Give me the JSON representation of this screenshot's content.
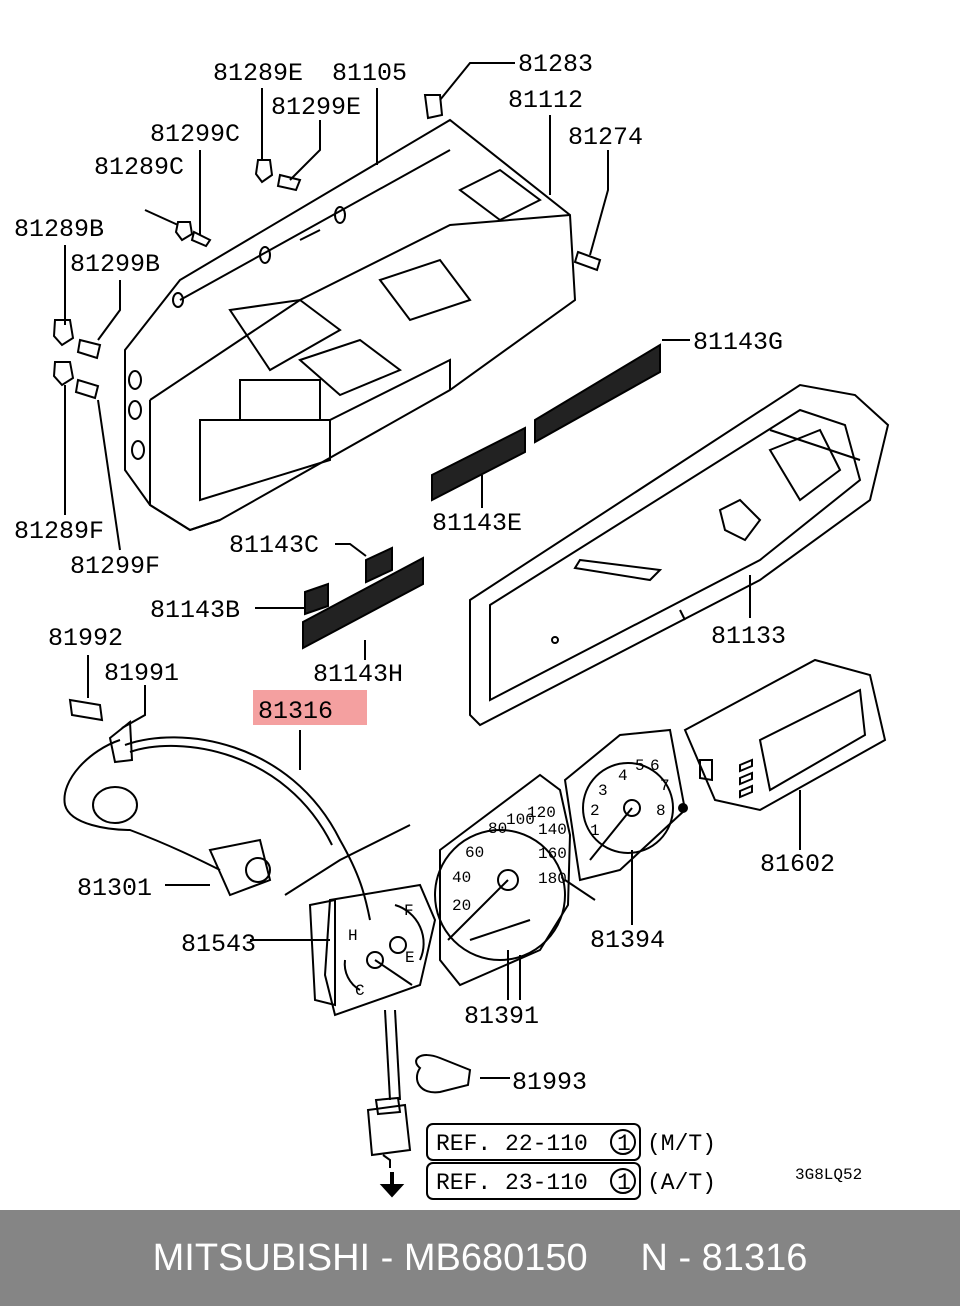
{
  "labels": [
    {
      "id": "81289E",
      "text": "81289E"
    },
    {
      "id": "81105",
      "text": "81105"
    },
    {
      "id": "81283",
      "text": "81283"
    },
    {
      "id": "81299E",
      "text": "81299E"
    },
    {
      "id": "81112",
      "text": "81112"
    },
    {
      "id": "81299C",
      "text": "81299C"
    },
    {
      "id": "81274",
      "text": "81274"
    },
    {
      "id": "81289C",
      "text": "81289C"
    },
    {
      "id": "81289B",
      "text": "81289B"
    },
    {
      "id": "81299B",
      "text": "81299B"
    },
    {
      "id": "81143G",
      "text": "81143G"
    },
    {
      "id": "81143E",
      "text": "81143E"
    },
    {
      "id": "81289F",
      "text": "81289F"
    },
    {
      "id": "81299F",
      "text": "81299F"
    },
    {
      "id": "81143C",
      "text": "81143C"
    },
    {
      "id": "81143B",
      "text": "81143B"
    },
    {
      "id": "81133",
      "text": "81133"
    },
    {
      "id": "81992",
      "text": "81992"
    },
    {
      "id": "81143H",
      "text": "81143H"
    },
    {
      "id": "81991",
      "text": "81991"
    },
    {
      "id": "81316",
      "text": "81316"
    },
    {
      "id": "81301",
      "text": "81301"
    },
    {
      "id": "81602",
      "text": "81602"
    },
    {
      "id": "81543",
      "text": "81543"
    },
    {
      "id": "81394",
      "text": "81394"
    },
    {
      "id": "81391",
      "text": "81391"
    },
    {
      "id": "81993",
      "text": "81993"
    }
  ],
  "refs": [
    {
      "text": "REF. 22-110",
      "circle": "1",
      "suffix": "(M/T)"
    },
    {
      "text": "REF. 23-110",
      "circle": "1",
      "suffix": "(A/T)"
    }
  ],
  "diagram_code": "3G8LQ52",
  "highlight_color": "#f4a0a0",
  "footer": {
    "brand": "MITSUBISHI",
    "part_number": "MB680150",
    "ref": "N - 81316"
  },
  "footer_text": "MITSUBISHI - MB680150     N - 81316"
}
